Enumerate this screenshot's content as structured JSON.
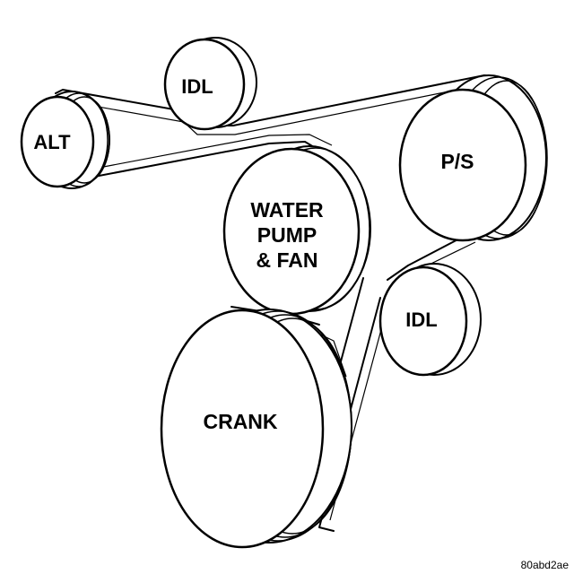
{
  "labels": {
    "idler_top": "IDL",
    "alternator": "ALT",
    "power_steering": "P/S",
    "water_pump_line1": "WATER",
    "water_pump_line2": "PUMP",
    "water_pump_line3": "& FAN",
    "idler_right": "IDL",
    "crankshaft": "CRANK"
  },
  "figure_id": "80abd2ae"
}
